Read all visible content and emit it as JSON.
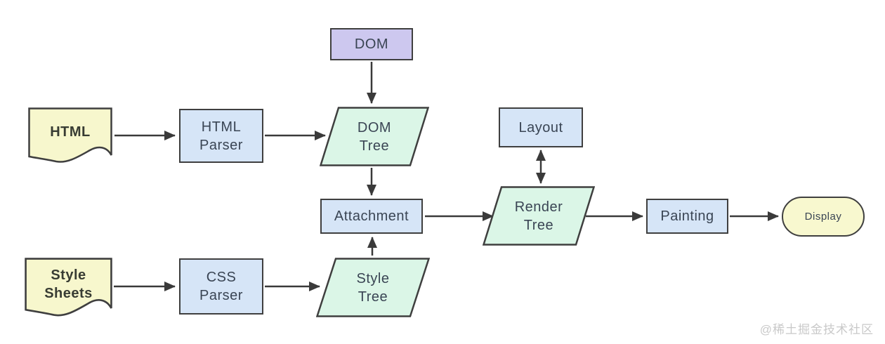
{
  "colors": {
    "border": "#3f3f3f",
    "arrow": "#3a3a3a",
    "text": "#3a4554",
    "doc_fill": "#f7f7cd",
    "process_fill": "#d6e5f7",
    "data_fill": "#dbf6e7",
    "dom_fill": "#cdc8ef",
    "display_fill": "#f8f8cf",
    "watermark": "#c9c9c9",
    "bg": "#ffffff"
  },
  "nodes": {
    "dom": {
      "label": "DOM"
    },
    "html_doc": {
      "label": "HTML"
    },
    "html_parser": {
      "label": "HTML\nParser"
    },
    "dom_tree": {
      "label": "DOM\nTree"
    },
    "attachment": {
      "label": "Attachment"
    },
    "layout": {
      "label": "Layout"
    },
    "render_tree": {
      "label": "Render\nTree"
    },
    "painting": {
      "label": "Painting"
    },
    "display": {
      "label": "Display"
    },
    "style_sheets": {
      "label": "Style\nSheets"
    },
    "css_parser": {
      "label": "CSS\nParser"
    },
    "style_tree": {
      "label": "Style\nTree"
    }
  },
  "watermark": "@稀土掘金技术社区"
}
